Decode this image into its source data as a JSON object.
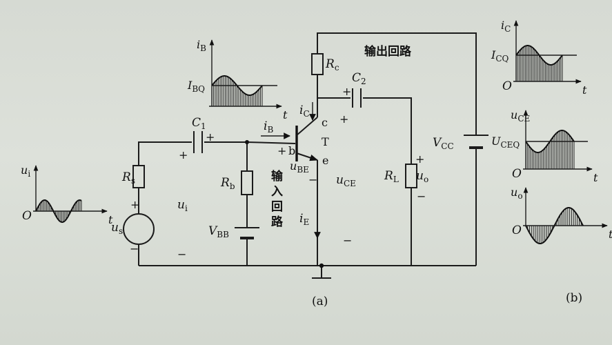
{
  "figure_labels": {
    "a": "(a)",
    "b": "(b)"
  },
  "regions": {
    "output_loop": "输出回路",
    "input_loop": [
      "输",
      "入",
      "回",
      "路"
    ]
  },
  "components": {
    "Rs": {
      "main": "R",
      "sub": "s"
    },
    "Rb": {
      "main": "R",
      "sub": "b"
    },
    "Rc": {
      "main": "R",
      "sub": "c"
    },
    "RL": {
      "main": "R",
      "sub": "L"
    },
    "C1": {
      "main": "C",
      "sub": "1"
    },
    "C2": {
      "main": "C",
      "sub": "2"
    },
    "VBB": {
      "main": "V",
      "sub": "BB"
    },
    "VCC": {
      "main": "V",
      "sub": "CC"
    },
    "us": {
      "main": "u",
      "sub": "s"
    },
    "transistor": {
      "name": "T",
      "base": "b",
      "collector": "c",
      "emitter": "e"
    }
  },
  "signals": {
    "ui": {
      "main": "u",
      "sub": "i"
    },
    "iB": {
      "main": "i",
      "sub": "B"
    },
    "iC": {
      "main": "i",
      "sub": "C"
    },
    "iE": {
      "main": "i",
      "sub": "E"
    },
    "uBE": {
      "main": "u",
      "sub": "BE"
    },
    "uCE": {
      "main": "u",
      "sub": "CE"
    },
    "uo": {
      "main": "u",
      "sub": "o"
    }
  },
  "polarity": {
    "plus": "+",
    "minus": "−"
  },
  "waveforms": [
    {
      "id": "ui-wave",
      "y_label": {
        "main": "u",
        "sub": "i"
      },
      "x_label": "t",
      "origin": "O",
      "level": null,
      "type": "sine",
      "offset": 0,
      "amplitude": 1,
      "phase": "0",
      "hatched": true
    },
    {
      "id": "iB-wave",
      "y_label": {
        "main": "i",
        "sub": "B"
      },
      "x_label": "t",
      "origin": "",
      "level": {
        "main": "I",
        "sub": "BQ"
      },
      "type": "sine+dc",
      "offset": 1,
      "amplitude": 0.45,
      "phase": "0",
      "hatched": true
    },
    {
      "id": "iC-wave",
      "y_label": {
        "main": "i",
        "sub": "C"
      },
      "x_label": "t",
      "origin": "O",
      "level": {
        "main": "I",
        "sub": "CQ"
      },
      "type": "sine+dc",
      "offset": 1,
      "amplitude": 0.45,
      "phase": "0",
      "hatched": true
    },
    {
      "id": "uCE-wave",
      "y_label": {
        "main": "u",
        "sub": "CE"
      },
      "x_label": "t",
      "origin": "O",
      "level": {
        "main": "U",
        "sub": "CEQ"
      },
      "type": "sine+dc",
      "offset": 1,
      "amplitude": 0.45,
      "phase": "180",
      "hatched": true
    },
    {
      "id": "uo-wave",
      "y_label": {
        "main": "u",
        "sub": "o"
      },
      "x_label": "t",
      "origin": "O",
      "level": null,
      "type": "sine",
      "offset": 0,
      "amplitude": 1,
      "phase": "180",
      "hatched": true
    }
  ]
}
